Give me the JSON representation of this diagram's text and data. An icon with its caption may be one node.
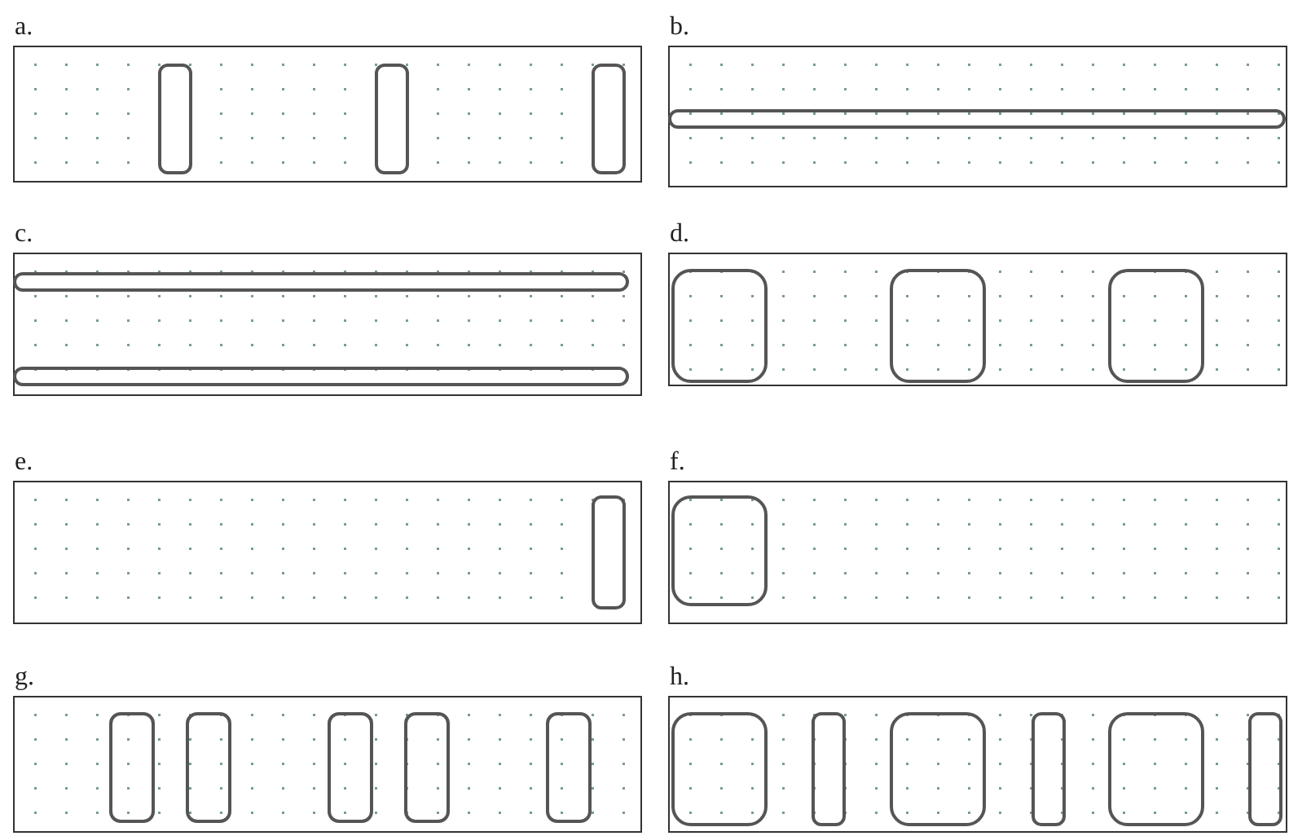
{
  "diagram": {
    "nodes": [
      {
        "text": [
          "a."
        ]
      },
      {
        "text": [],
        "shape": "box",
        "in": 0
      },
      {
        "text": [],
        "shape": "box",
        "in": 0
      },
      {
        "text": [],
        "shape": "box",
        "in": 0
      },
      {
        "text": [
          "b."
        ]
      },
      {
        "text": [],
        "shape": "bar",
        "in": 4
      },
      {
        "text": [
          "c."
        ]
      },
      {
        "text": [],
        "shape": "bar",
        "in": 6
      },
      {
        "text": [],
        "shape": "bar",
        "in": 6
      },
      {
        "text": [
          "d."
        ]
      },
      {
        "text": [],
        "shape": "box",
        "in": 9
      },
      {
        "text": [],
        "shape": "box",
        "in": 9
      },
      {
        "text": [],
        "shape": "box",
        "in": 9
      },
      {
        "text": [
          "e."
        ]
      },
      {
        "text": [],
        "shape": "box",
        "in": 13
      },
      {
        "text": [
          "f."
        ]
      },
      {
        "text": [],
        "shape": "box",
        "in": 15
      },
      {
        "text": [
          "g."
        ]
      },
      {
        "text": [],
        "shape": "box",
        "in": 17
      },
      {
        "text": [],
        "shape": "box",
        "in": 17
      },
      {
        "text": [],
        "shape": "box",
        "in": 17
      },
      {
        "text": [],
        "shape": "box",
        "in": 17
      },
      {
        "text": [],
        "shape": "box",
        "in": 17
      },
      {
        "text": [
          "h."
        ]
      },
      {
        "text": [],
        "shape": "box",
        "in": 23
      },
      {
        "text": [],
        "shape": "box",
        "in": 23
      },
      {
        "text": [],
        "shape": "box",
        "in": 23
      },
      {
        "text": [],
        "shape": "box",
        "in": 23
      },
      {
        "text": [],
        "shape": "box",
        "in": 23
      },
      {
        "text": [],
        "shape": "box",
        "in": 23
      }
    ]
  }
}
